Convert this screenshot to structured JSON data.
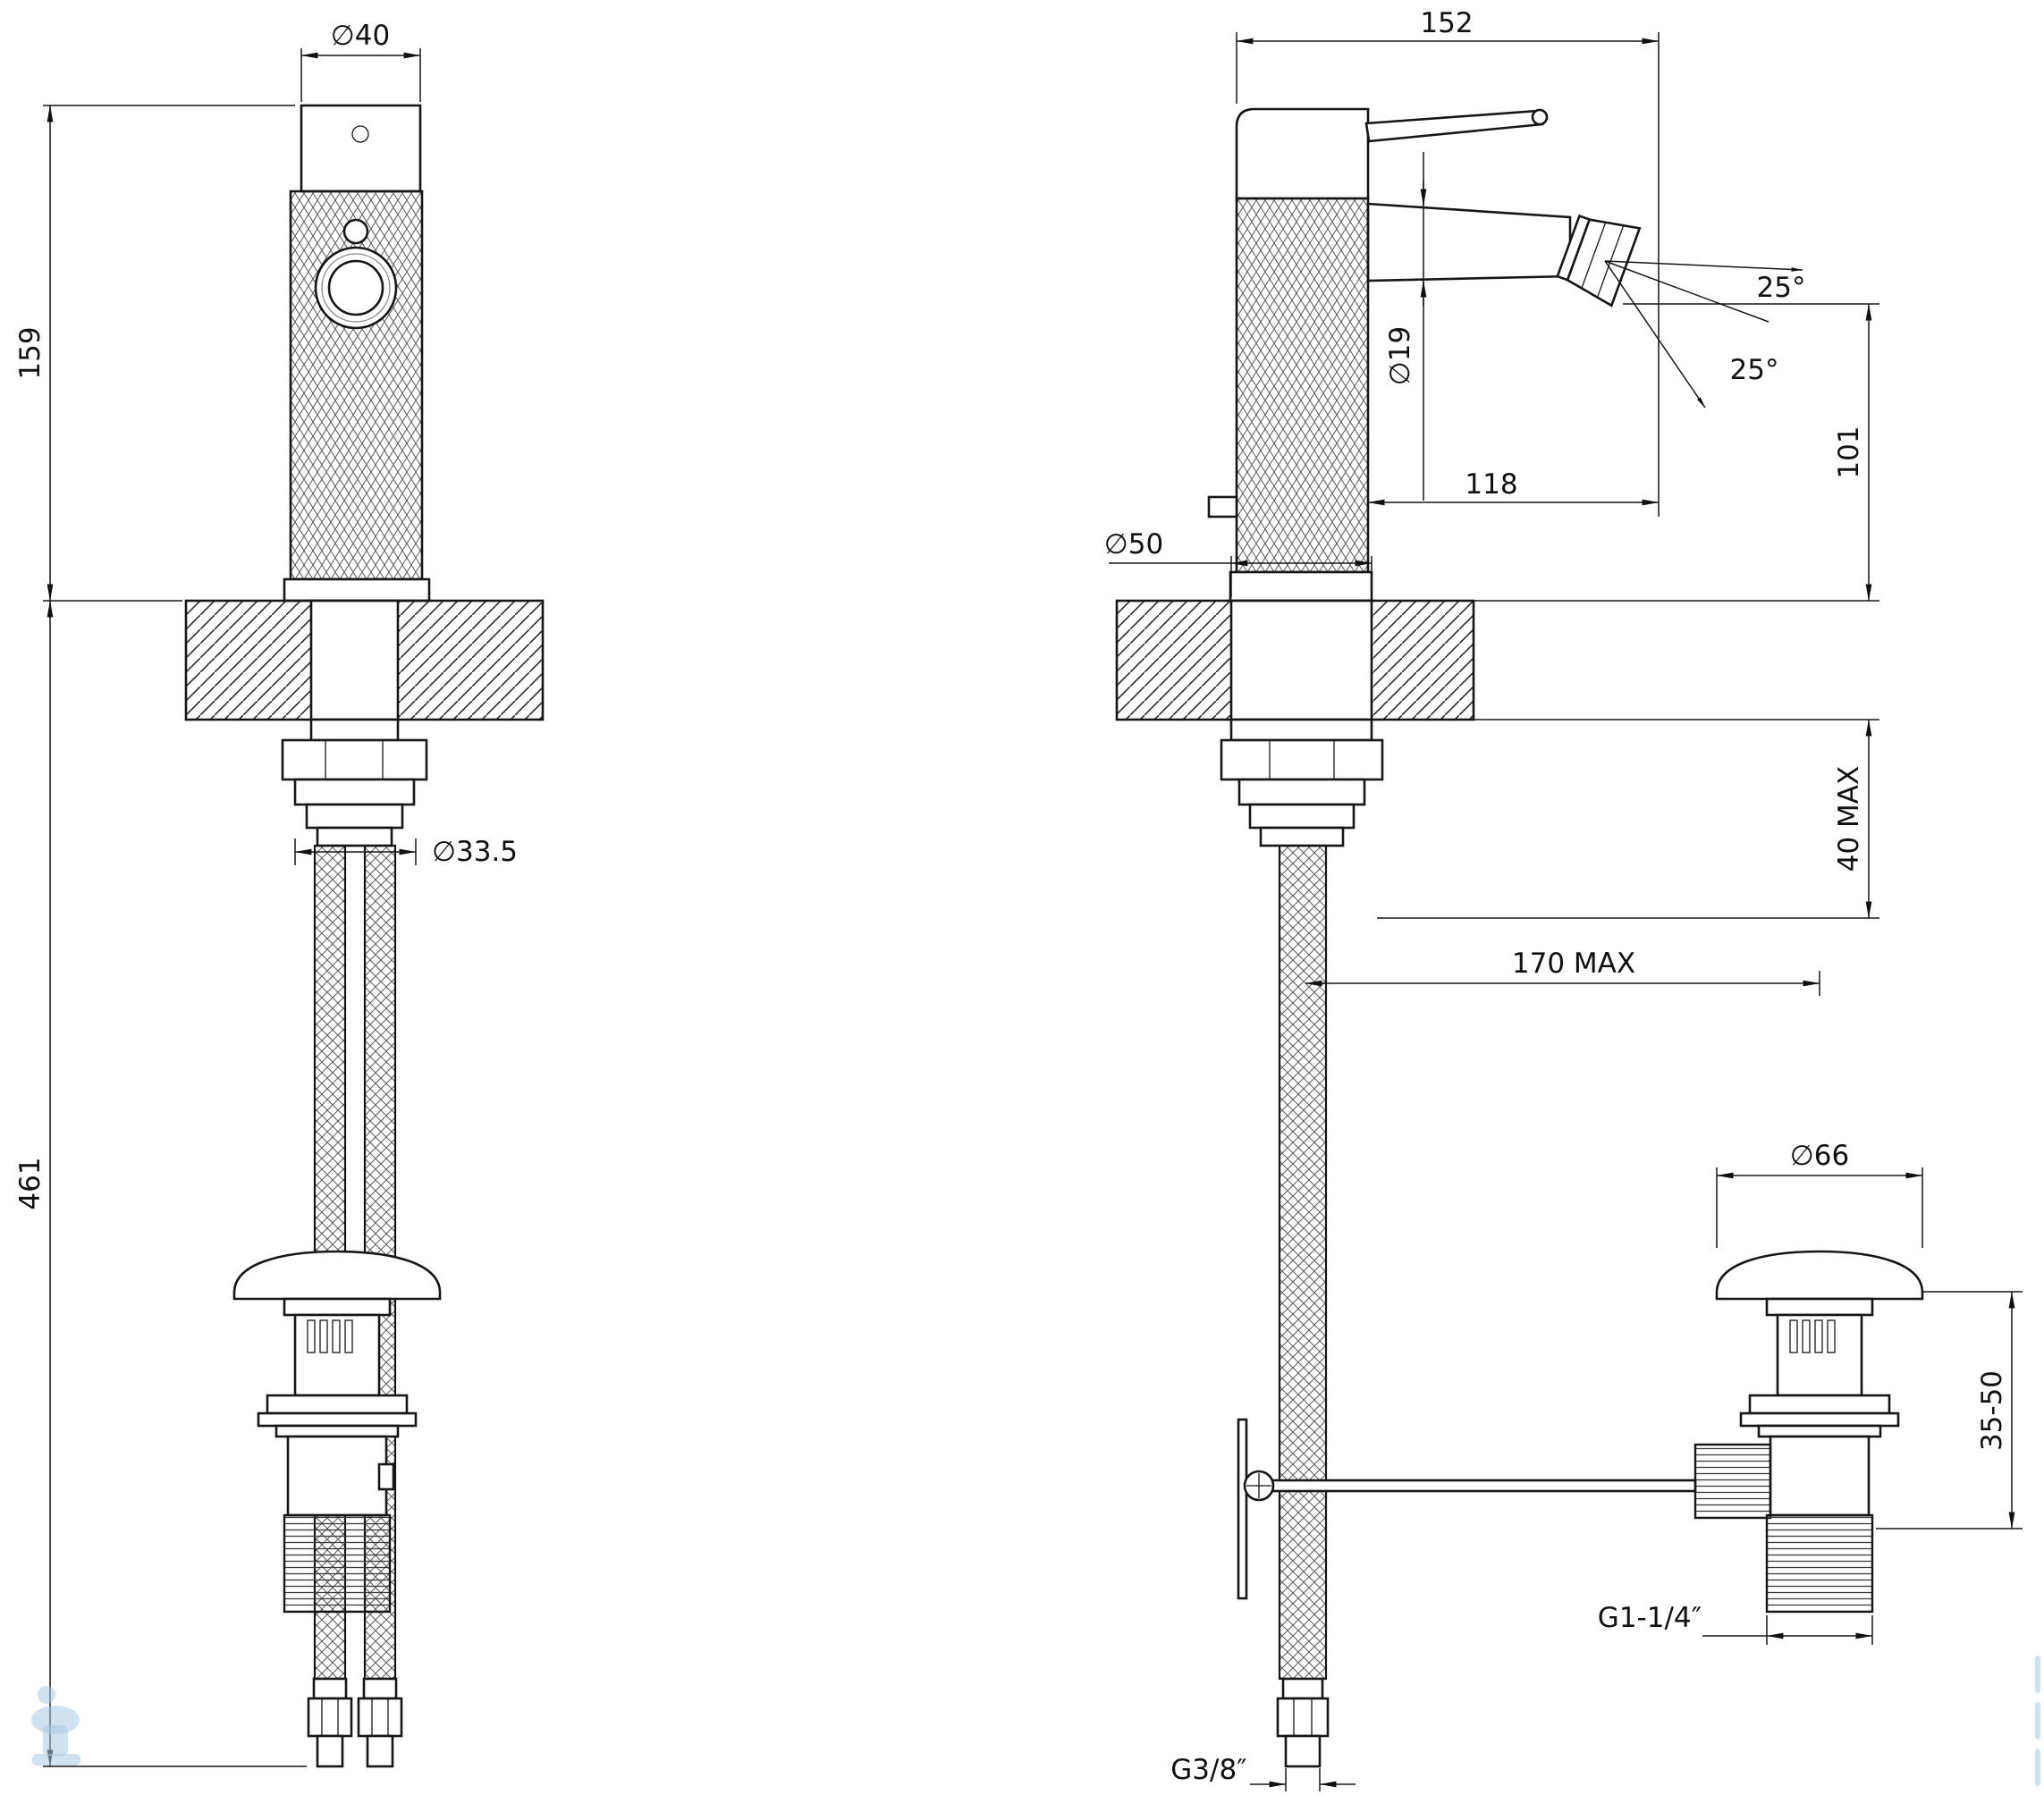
{
  "drawing": {
    "colors": {
      "line": "#161616",
      "watermark": "#a9c9e4"
    },
    "front_view": {
      "dim_top_diameter": "∅40",
      "dim_body_height": "159",
      "dim_total_height": "461",
      "dim_shank_diameter": "∅33.5"
    },
    "side_view": {
      "dim_depth": "152",
      "dim_angle_upper": "25°",
      "dim_angle_lower": "25°",
      "dim_spout_diameter": "∅19",
      "dim_spout_height": "101",
      "dim_spout_reach": "118",
      "dim_base_diameter": "∅50",
      "dim_deck_thickness": "40 MAX",
      "dim_hose_offset": "170 MAX",
      "dim_drain_diameter": "∅66",
      "dim_drain_depth": "35-50",
      "dim_drain_thread": "G1-1/4″",
      "dim_supply_thread": "G3/8″"
    }
  }
}
